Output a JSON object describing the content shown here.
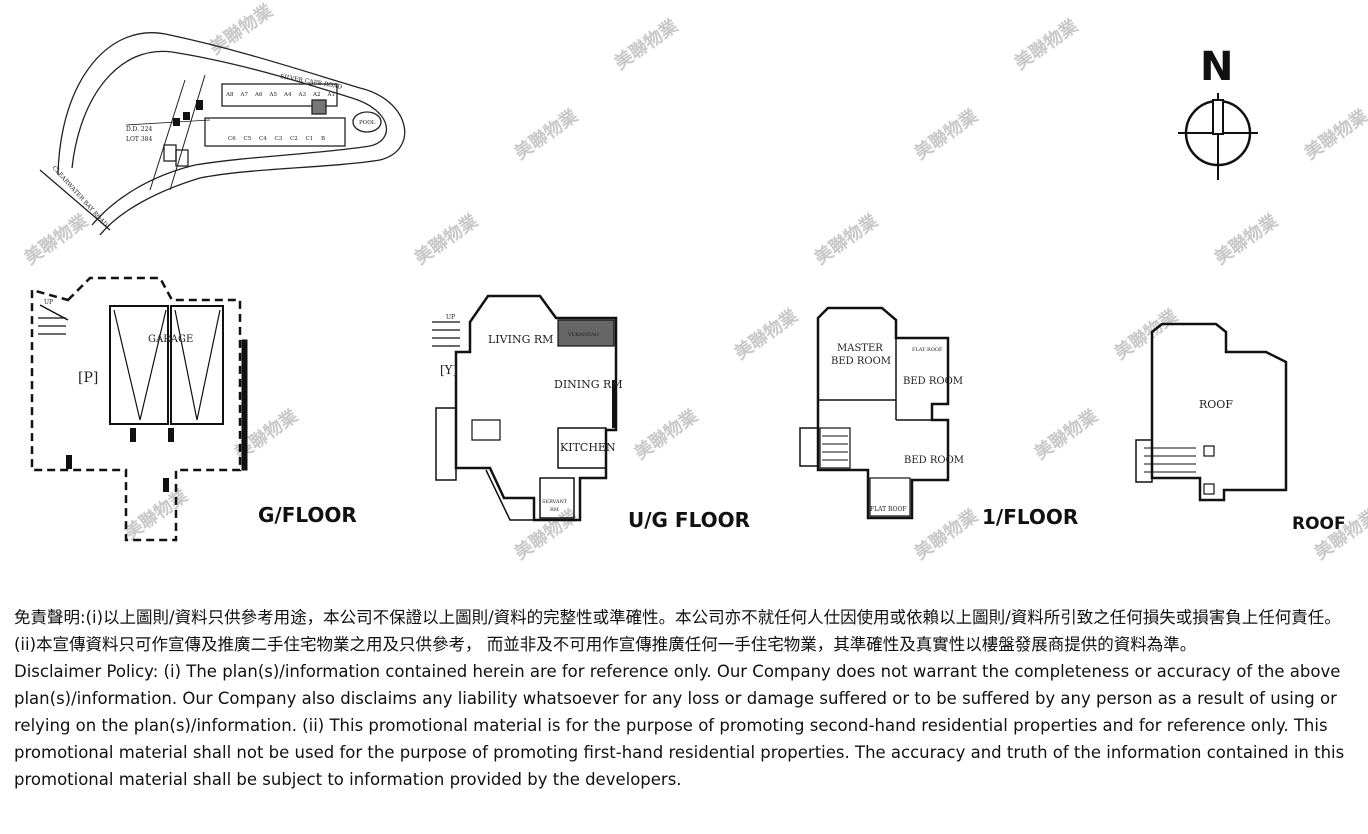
{
  "site_plan": {
    "road_top": "SILVER CAPE ROAD",
    "road_left": "CLEARWATER BAY ROAD",
    "dd": "D.D. 224",
    "lot": "LOT 384",
    "pool": "POOL",
    "units_top": [
      "A8",
      "A7",
      "A6",
      "A5",
      "A4",
      "A3",
      "A2",
      "A1"
    ],
    "units_bottom": [
      "C6",
      "C5",
      "C4",
      "C3",
      "C2",
      "C1",
      "B"
    ]
  },
  "compass": {
    "north": "N"
  },
  "floors": {
    "g": {
      "title": "G/FLOOR",
      "garage": "GARAGE",
      "parking": "[P]",
      "up": "UP"
    },
    "ug": {
      "title": "U/G FLOOR",
      "living": "LIVING RM",
      "dining": "DINING RM",
      "kitchen": "KITCHEN",
      "servant1": "SERVANT",
      "servant2": "RM",
      "verandah": "VERANDAH",
      "y": "[Y]",
      "up": "UP"
    },
    "f1": {
      "title": "1/FLOOR",
      "master1": "MASTER",
      "master2": "BED ROOM",
      "bed1": "BED ROOM",
      "bed2": "BED ROOM",
      "flat_roof_top": "FLAT ROOF",
      "flat_roof_bottom": "FLAT ROOF"
    },
    "roof": {
      "title": "ROOF",
      "roof_label": "ROOF"
    }
  },
  "watermark": "美聯物業",
  "disclaimer": {
    "zh": "免責聲明:(i)以上圖則/資料只供參考用途，本公司不保證以上圖則/資料的完整性或準確性。本公司亦不就任何人仕因使用或依賴以上圖則/資料所引致之任何損失或損害負上任何責任。(ii)本宣傳資料只可作宣傳及推廣二手住宅物業之用及只供參考， 而並非及不可用作宣傳推廣任何一手住宅物業，其準確性及真實性以樓盤發展商提供的資料為準。",
    "en": "Disclaimer Policy: (i) The plan(s)/information contained herein are for reference only. Our Company does not warrant the completeness or accuracy of the above plan(s)/information. Our Company also disclaims any liability whatsoever for any loss or damage suffered or to be suffered by any person as a result of using or relying on the plan(s)/information. (ii) This promotional material is for the purpose of promoting second-hand residential properties and for reference only. This promotional material shall not be used for the purpose of promoting first-hand residential properties. The accuracy and truth of the information contained in this promotional material shall be subject to information provided by the developers."
  }
}
